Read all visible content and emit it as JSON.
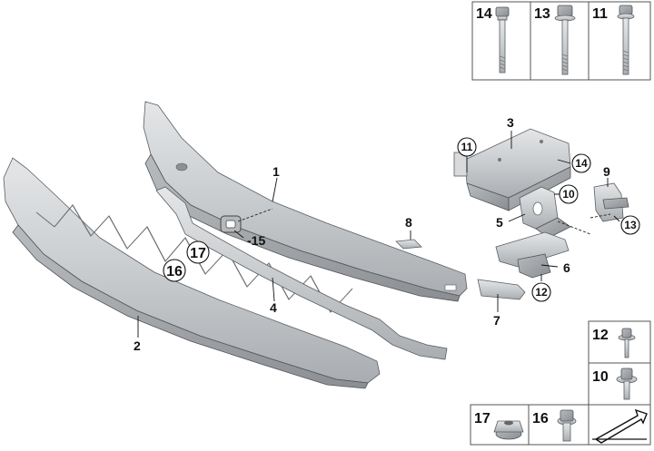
{
  "callouts": {
    "c1": "1",
    "c2": "2",
    "c3": "3",
    "c4": "4",
    "c5": "5",
    "c6": "6",
    "c7": "7",
    "c8": "8",
    "c9": "9",
    "c10": "10",
    "c11": "11",
    "c12": "12",
    "c13": "13",
    "c14": "14",
    "c15": "-15",
    "c16": "16",
    "c17": "17"
  },
  "legend_boxes": {
    "bolt14": "14",
    "bolt13": "13",
    "bolt11": "11",
    "screw12": "12",
    "screw10": "10",
    "nut17": "17",
    "screw16": "16"
  },
  "icons": [
    "arrow-symbol-icon"
  ],
  "colors": {
    "part_light": "#d2d4d6",
    "part_dark": "#9ea2a6",
    "line": "#111111"
  }
}
